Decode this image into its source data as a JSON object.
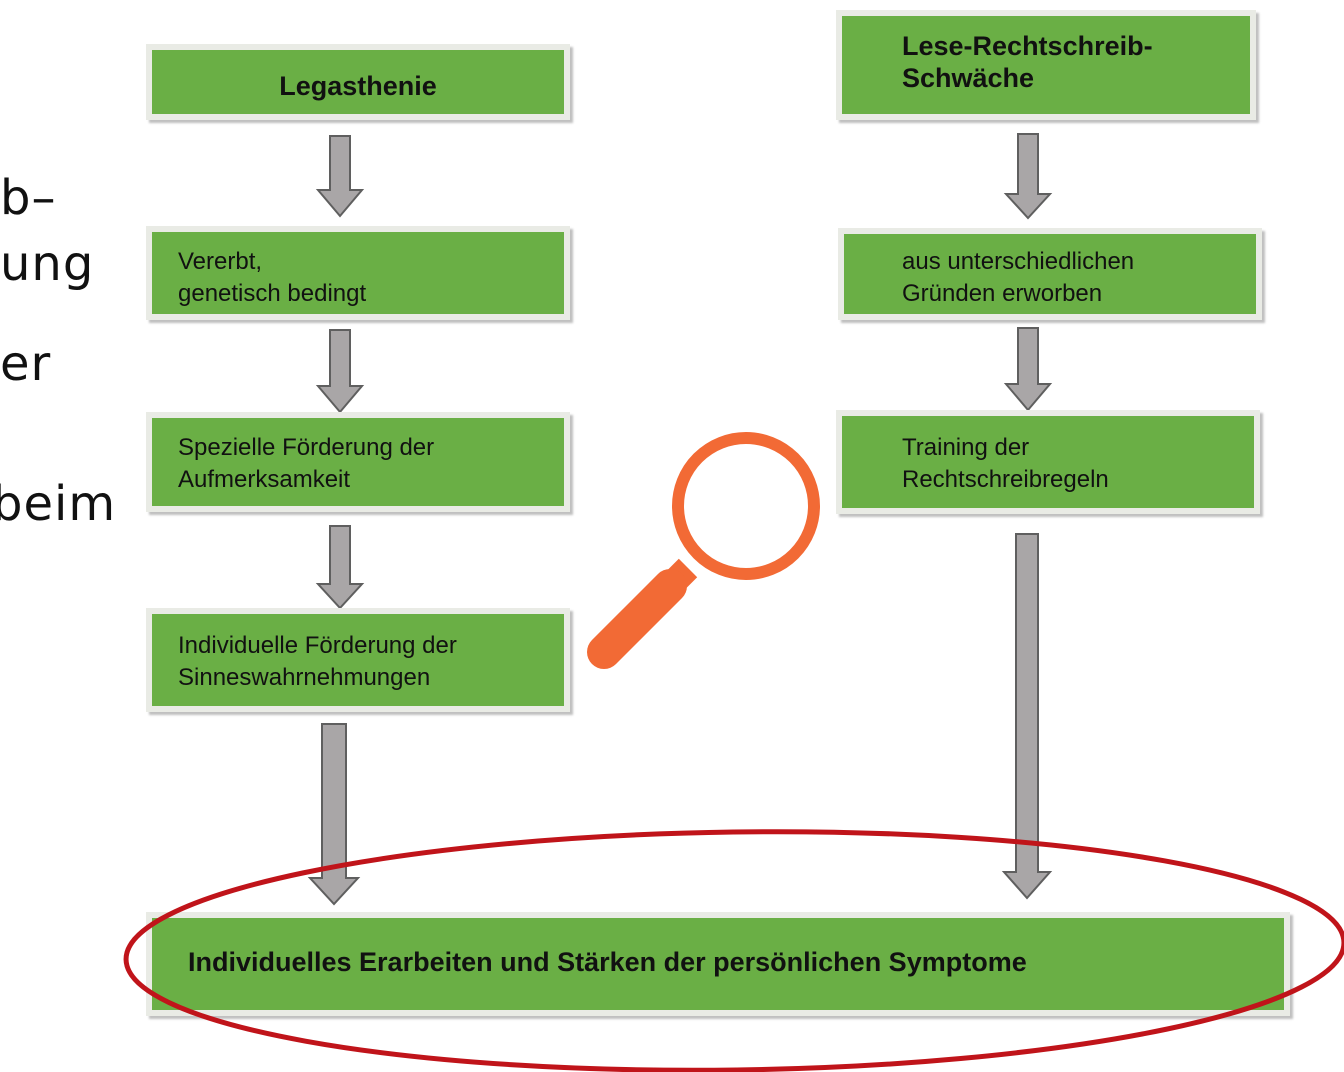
{
  "slide_text_fragments": [
    "b–",
    "ung",
    "er",
    "beim"
  ],
  "left_column": {
    "title": "Legasthenie",
    "steps": [
      [
        "Vererbt,",
        "genetisch bedingt"
      ],
      [
        "Spezielle Förderung der",
        "Aufmerksamkeit"
      ],
      [
        "Individuelle Förderung der",
        "Sinneswahrnehmungen"
      ]
    ]
  },
  "right_column": {
    "title": [
      "Lese-Rechtschreib-",
      "Schwäche"
    ],
    "steps": [
      [
        "aus unterschiedlichen",
        "Gründen erworben"
      ],
      [
        "Training der",
        "Rechtschreibregeln"
      ]
    ]
  },
  "result": "Individuelles Erarbeiten und Stärken der persönlichen Symptome",
  "colors": {
    "box_fill": "#6aaf45",
    "arrow_fill": "#a9a6a7",
    "arrow_stroke": "#5f5f5f",
    "magnifier": "#f26a35",
    "ellipse": "#c0141a"
  },
  "icons": [
    "magnifier-icon"
  ]
}
